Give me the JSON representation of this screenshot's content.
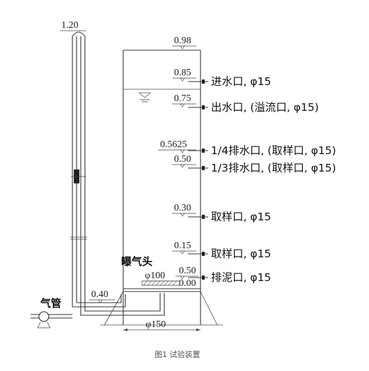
{
  "pipe_top_level": "1.20",
  "inlet_level": "0.40",
  "air_pipe_label": "气管",
  "aerator_label": "曝气头",
  "aerator_dia": "φ100",
  "column_dia": "φ150",
  "levels": {
    "top": "0.98",
    "inlet": "0.85",
    "outlet": "0.75",
    "drain_quarter": "0.5625",
    "drain_third": "0.50",
    "sample_030": "0.30",
    "sample_015": "0.15",
    "bottom_a": "0.50",
    "bottom_b": "0.00"
  },
  "ports": {
    "inlet": "进水口, φ15",
    "outlet": "出水口, (溢流口, φ15)",
    "drain_quarter": "1/4排水口, (取样口, φ15)",
    "drain_third": "1/3排水口, (取样口, φ15)",
    "sample_030": "取样口, φ15",
    "sample_015": "取样口, φ15",
    "sludge": "排泥口, φ15"
  },
  "caption": "图1 试验装置"
}
